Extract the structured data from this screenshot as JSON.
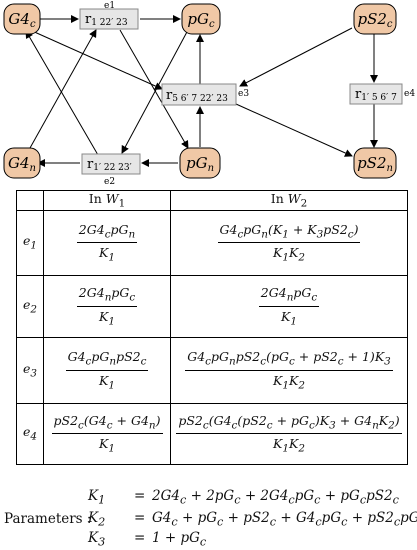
{
  "diagram": {
    "nodes": {
      "g4c": {
        "label": "G4",
        "sub": "c"
      },
      "pgc": {
        "label": "pG",
        "sub": "c"
      },
      "ps2c": {
        "label": "pS2",
        "sub": "c"
      },
      "g4n": {
        "label": "G4",
        "sub": "n"
      },
      "pgn": {
        "label": "pG",
        "sub": "n"
      },
      "ps2n": {
        "label": "pS2",
        "sub": "n"
      }
    },
    "reactions": {
      "r1": {
        "label": "r",
        "sub": "1 22′ 23",
        "edge": "e1"
      },
      "r2": {
        "label": "r",
        "sub": "1′ 22 23′",
        "edge": "e2"
      },
      "r3": {
        "label": "r",
        "sub": "5 6′ 7 22′ 23",
        "edge": "e3"
      },
      "r4": {
        "label": "r",
        "sub": "1′ 5 6′ 7",
        "edge": "e4"
      }
    },
    "colors": {
      "species_fill": "#f0c8a6",
      "reaction_fill": "#e6e6e6",
      "reaction_stroke": "#888888"
    }
  },
  "table": {
    "header": {
      "in": "In",
      "w1": "W",
      "w1_sub": "1",
      "w2": "W",
      "w2_sub": "2"
    },
    "rows": [
      {
        "edge": "e",
        "edge_sub": "1"
      },
      {
        "edge": "e",
        "edge_sub": "2"
      },
      {
        "edge": "e",
        "edge_sub": "3"
      },
      {
        "edge": "e",
        "edge_sub": "4"
      }
    ]
  },
  "parameters": {
    "title": "Parameters :",
    "eq": "="
  }
}
